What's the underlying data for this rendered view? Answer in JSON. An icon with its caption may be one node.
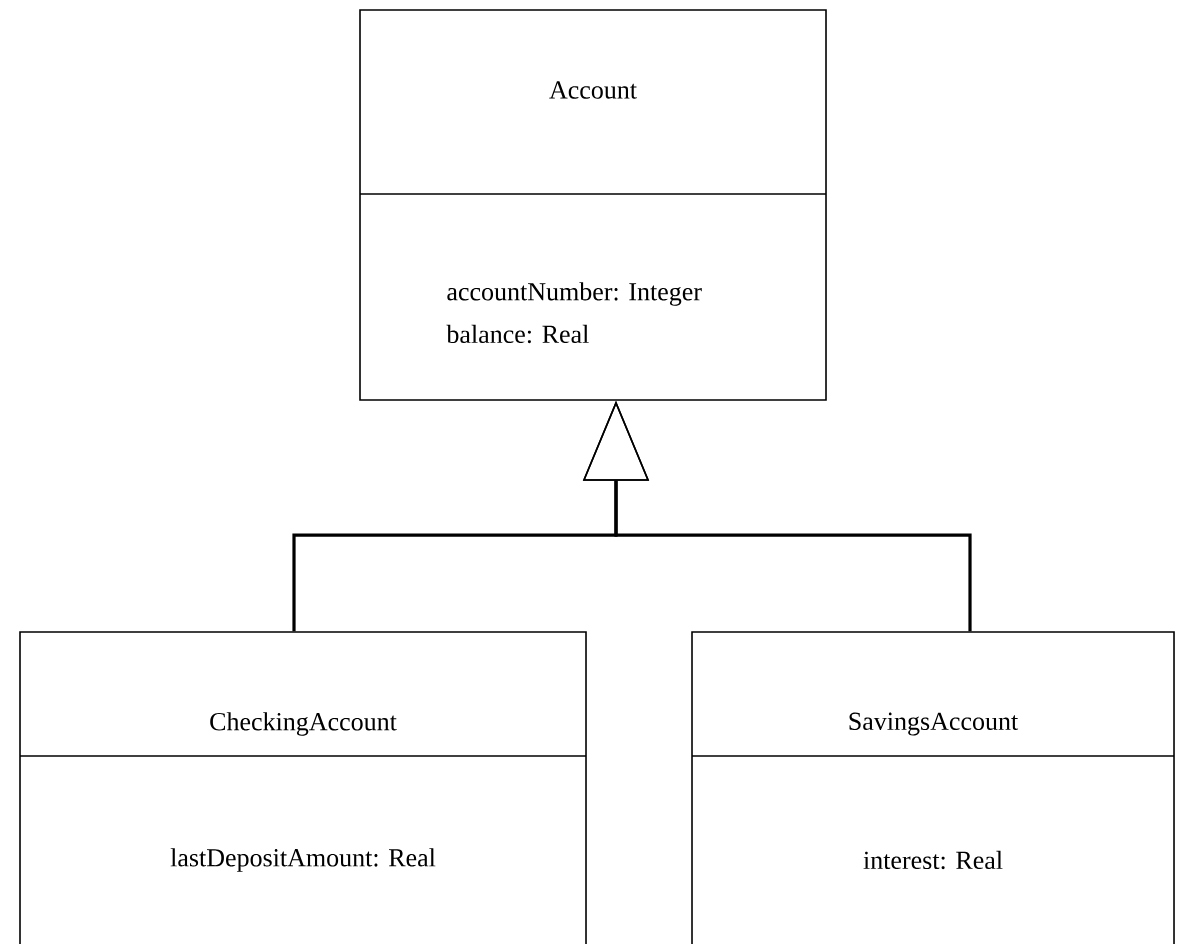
{
  "diagram": {
    "nodes": [
      {
        "text": [
          "Account",
          "accountNumber: Integer",
          "balance: Real"
        ]
      },
      {
        "text": [
          "CheckingAccount",
          "lastDepositAmount: Real"
        ]
      },
      {
        "text": [
          "SavingsAccount",
          "interest: Real"
        ]
      }
    ],
    "edges": [
      {
        "from": 1,
        "to": 0,
        "arrow": "to"
      },
      {
        "from": 2,
        "to": 0,
        "arrow": "to"
      }
    ]
  }
}
